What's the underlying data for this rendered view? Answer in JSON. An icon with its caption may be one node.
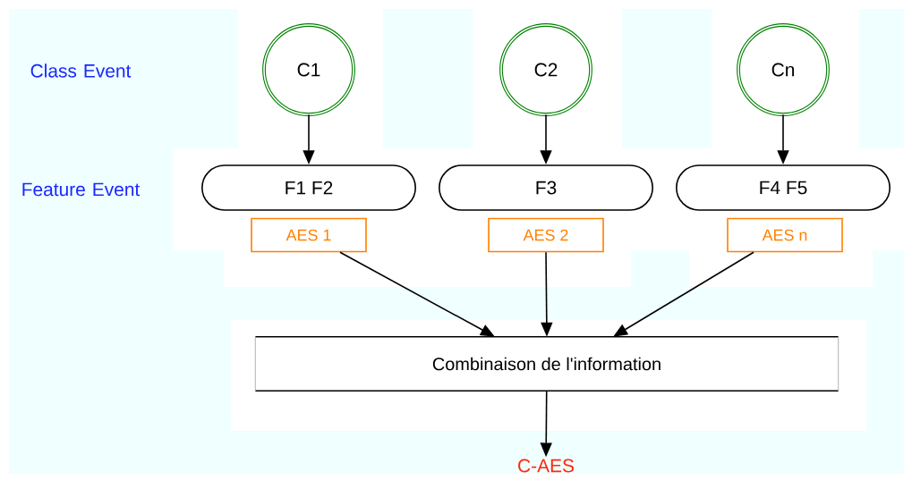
{
  "diagram": {
    "nodes": [
      {
        "text": [
          "C1"
        ]
      },
      {
        "text": [
          "C2"
        ]
      },
      {
        "text": [
          "Cn"
        ]
      },
      {
        "text": [
          "F1 F2"
        ]
      },
      {
        "text": [
          "F3"
        ]
      },
      {
        "text": [
          "F4 F5"
        ]
      },
      {
        "text": [
          "AES 1"
        ]
      },
      {
        "text": [
          "AES 2"
        ]
      },
      {
        "text": [
          "AES n"
        ]
      },
      {
        "text": [
          "Combinaison de l'information"
        ]
      },
      {
        "text": [
          "C-AES"
        ]
      }
    ],
    "edges": [
      {
        "from": 0,
        "to": 3,
        "arrow": "to"
      },
      {
        "from": 1,
        "to": 4,
        "arrow": "to"
      },
      {
        "from": 2,
        "to": 5,
        "arrow": "to"
      },
      {
        "from": 6,
        "to": 9,
        "arrow": "to"
      },
      {
        "from": 7,
        "to": 9,
        "arrow": "to"
      },
      {
        "from": 8,
        "to": 9,
        "arrow": "to"
      },
      {
        "from": 9,
        "to": 10,
        "arrow": "to"
      }
    ],
    "labels": [
      "Class Event",
      "Feature Event"
    ]
  }
}
